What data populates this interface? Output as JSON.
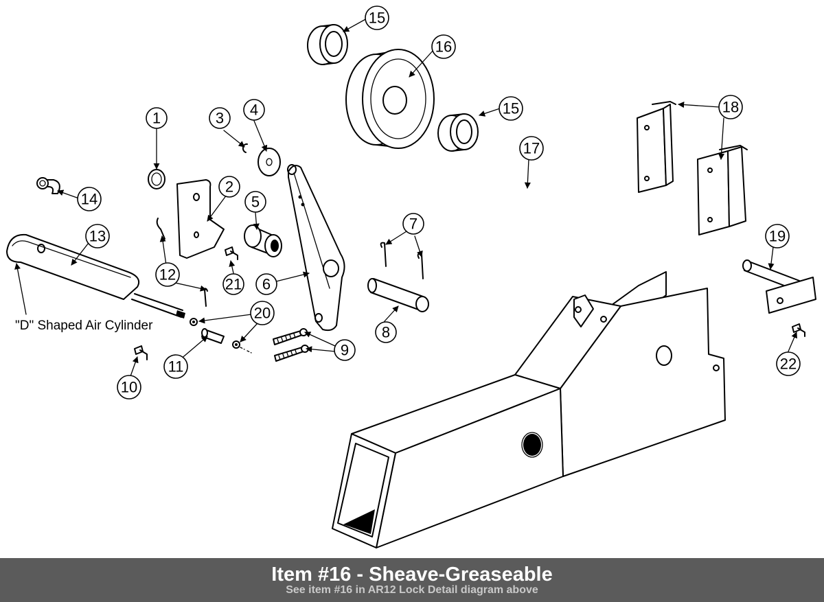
{
  "callouts": {
    "c1": "1",
    "c2": "2",
    "c3": "3",
    "c4": "4",
    "c5": "5",
    "c6": "6",
    "c7": "7",
    "c8": "8",
    "c9": "9",
    "c10": "10",
    "c11": "11",
    "c12": "12",
    "c13": "13",
    "c14": "14",
    "c15a": "15",
    "c15b": "15",
    "c16": "16",
    "c17": "17",
    "c18": "18",
    "c19": "19",
    "c20": "20",
    "c21": "21",
    "c22": "22"
  },
  "labels": {
    "air_cylinder": "\"D\" Shaped Air Cylinder"
  },
  "caption": {
    "title": "Item #16 - Sheave-Greaseable",
    "subtitle": "See item #16 in AR12 Lock Detail diagram above"
  }
}
